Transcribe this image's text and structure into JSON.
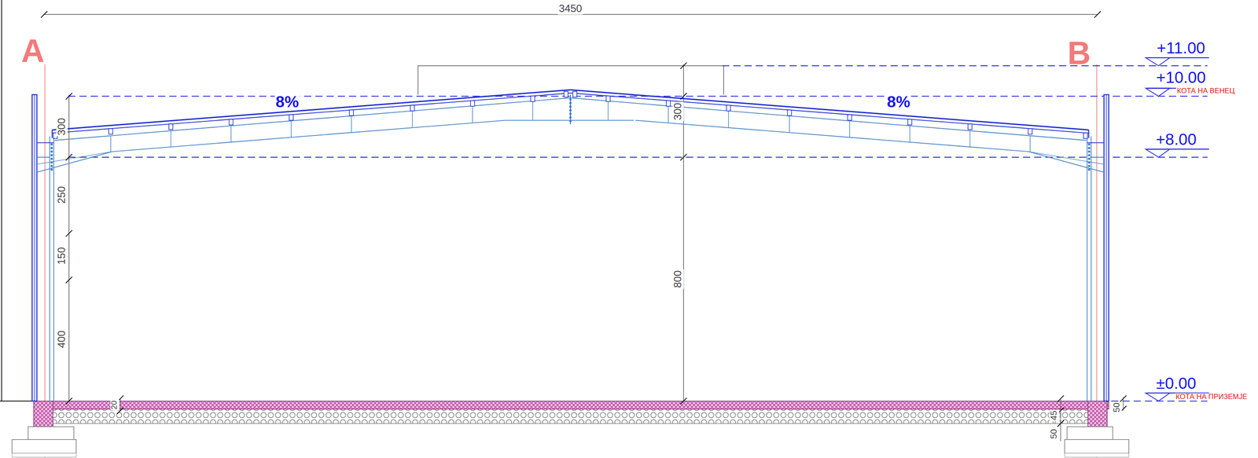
{
  "diagram": {
    "labels": [
      "3450",
      "A",
      "B",
      "+11.00",
      "+10.00",
      "КОТА НА ВЕНЕЦ",
      "8%",
      "8%",
      "300",
      "300",
      "+8.00",
      "250",
      "150",
      "400",
      "800",
      "±0.00",
      "КОТА НА ПРИЗЕМЈЕ",
      "20",
      "50",
      "50",
      "45"
    ]
  }
}
